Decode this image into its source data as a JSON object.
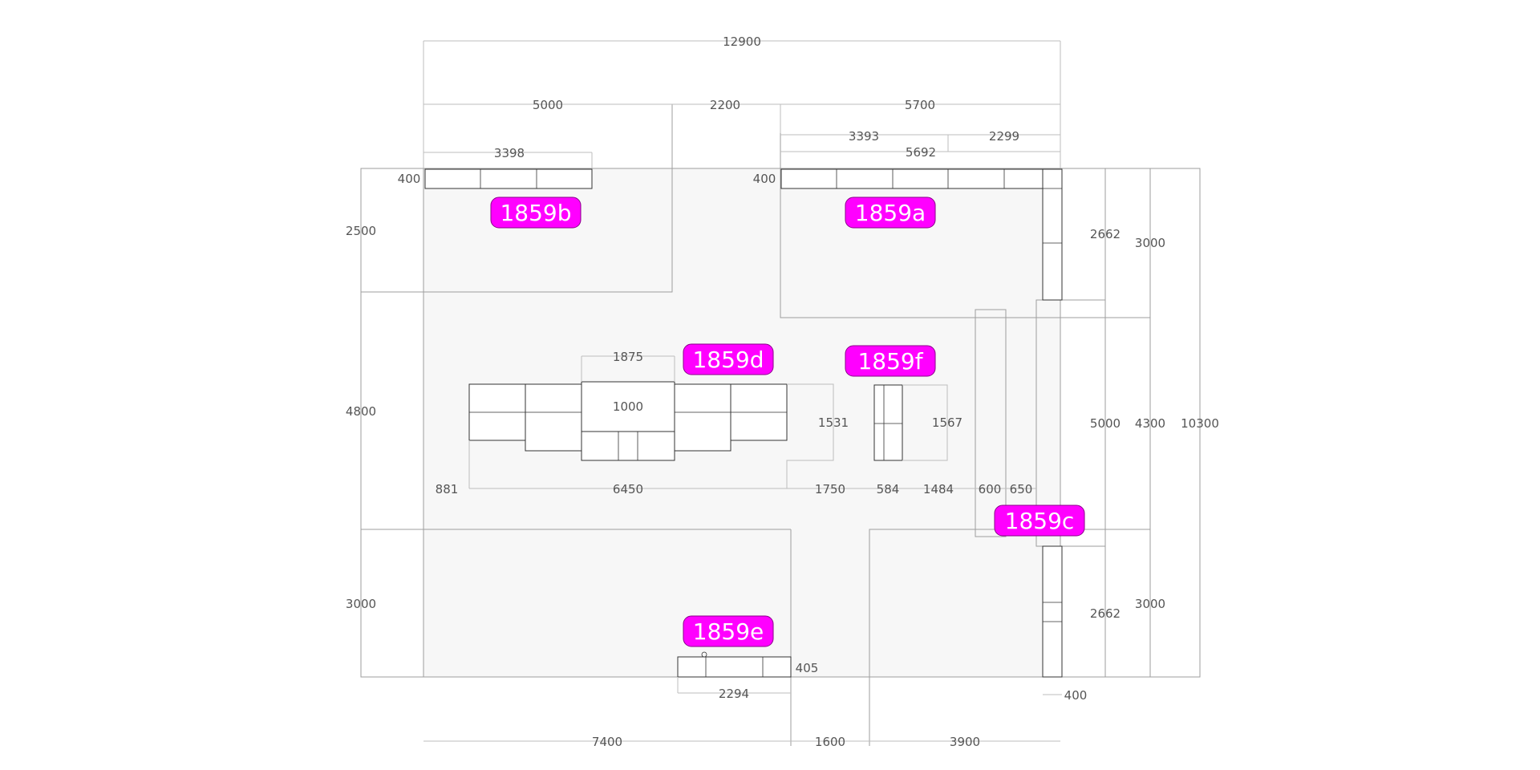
{
  "colors": {
    "booth_tag": "#ff00ff",
    "booth_tag_text": "#ffffff",
    "dimension_text": "#555555"
  },
  "booths": [
    {
      "id": "a",
      "label": "1859a"
    },
    {
      "id": "b",
      "label": "1859b"
    },
    {
      "id": "c",
      "label": "1859c"
    },
    {
      "id": "d",
      "label": "1859d"
    },
    {
      "id": "e",
      "label": "1859e"
    },
    {
      "id": "f",
      "label": "1859f"
    }
  ],
  "dimensions": {
    "top": {
      "total": "12900",
      "left": "5000",
      "middle": "2200",
      "right": "5700"
    },
    "booth_a": {
      "d3393": "3393",
      "d2299": "2299",
      "d5692": "5692",
      "d400": "400",
      "d2662": "2662"
    },
    "booth_b": {
      "d3398": "3398",
      "d400": "400"
    },
    "left": {
      "top": "2500",
      "middle": "4800",
      "bottom": "3000"
    },
    "right": {
      "d3000_top": "3000",
      "d5000": "5000",
      "d4300": "4300",
      "d10300": "10300",
      "d3000_bottom": "3000"
    },
    "booth_d": {
      "d1875": "1875",
      "d1000": "1000",
      "d1531": "1531"
    },
    "booth_f": {
      "d1567": "1567"
    },
    "row": {
      "d881": "881",
      "d6450": "6450",
      "d1750": "1750",
      "d584": "584",
      "d1484": "1484",
      "d600": "600",
      "d650": "650"
    },
    "booth_c": {
      "d2662": "2662",
      "d400": "400"
    },
    "booth_e": {
      "d405": "405",
      "d2294": "2294"
    },
    "bottom": {
      "d7400": "7400",
      "d1600": "1600",
      "d3900": "3900"
    }
  }
}
